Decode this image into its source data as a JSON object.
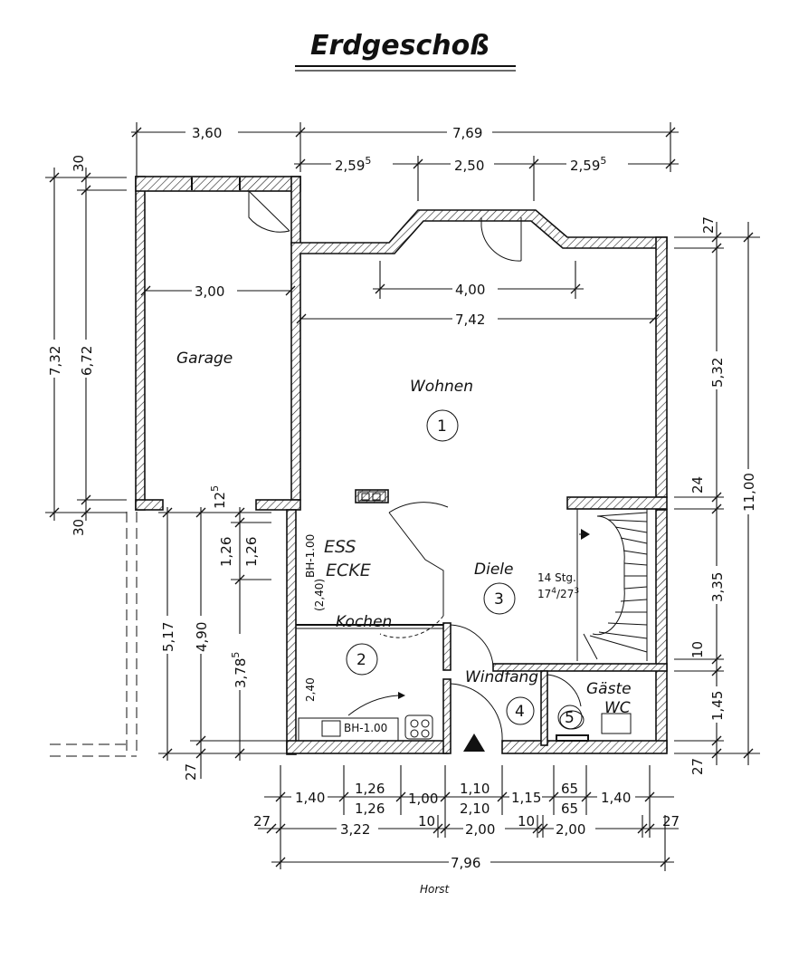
{
  "title": "Erdgeschoß",
  "rooms": {
    "garage": {
      "name": "Garage"
    },
    "wohnen": {
      "name": "Wohnen",
      "number": "1"
    },
    "kochen": {
      "name": "Kochen",
      "number": "2"
    },
    "essecke_line1": "ESS",
    "essecke_line2": "ECKE",
    "diele": {
      "name": "Diele",
      "number": "3"
    },
    "windfang": {
      "name": "Windfang",
      "number": "4"
    },
    "gaeste_line1": "Gäste",
    "gaeste_line2": "WC",
    "gaeste_number": "5"
  },
  "stairs": {
    "steps": "14 Stg.",
    "ratio": "17",
    "ratio_sup": "4",
    "ratio_mid": "/27",
    "ratio_sup2": "3"
  },
  "notes": {
    "bh_essecke": "BH-1.00",
    "bh_kochen": "BH-1.00",
    "hand_24a": "(2,40)",
    "hand_24b": "2,40",
    "signature": "Horst"
  },
  "dimensions": {
    "top": {
      "d360": "3,60",
      "d769": "7,69",
      "d2595a": "2,59",
      "d2595a_sup": "5",
      "d250": "2,50",
      "d2595b": "2,59",
      "d2595b_sup": "5"
    },
    "interior": {
      "d300": "3,00",
      "d400": "4,00",
      "d742": "7,42"
    },
    "left": {
      "d30a": "30",
      "d732": "7,32",
      "d672": "6,72",
      "d30b": "30",
      "d517": "5,17",
      "d490": "4,90",
      "d3785": "3,78",
      "d3785_sup": "5",
      "d125": "12",
      "d125_sup": "5",
      "d126a": "1,26",
      "d126b": "1,26",
      "d27": "27"
    },
    "right": {
      "d27a": "27",
      "d532": "5,32",
      "d1100": "11,00",
      "d24": "24",
      "d335": "3,35",
      "d10": "10",
      "d145": "1,45",
      "d27b": "27"
    },
    "bottom1": {
      "d140a": "1,40",
      "d126a": "1,26",
      "d110": "1,10",
      "d115": "1,15",
      "d65a": "65",
      "d140b": "1,40"
    },
    "bottom2": {
      "d126b": "1,26",
      "d100": "1,00",
      "d210": "2,10",
      "d65b": "65"
    },
    "bottom3": {
      "d27a": "27",
      "d322": "3,22",
      "d10a": "10",
      "d200a": "2,00",
      "d10b": "10",
      "d200b": "2,00",
      "d27b": "27"
    },
    "bottom4": {
      "d796": "7,96"
    }
  }
}
